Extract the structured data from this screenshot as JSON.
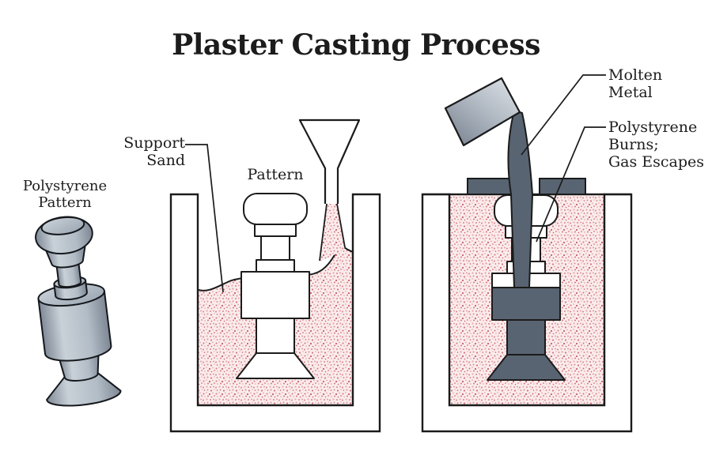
{
  "title": "Plaster Casting Process",
  "stages": {
    "pattern_3d": {
      "label": "Polystyrene\nPattern"
    },
    "mold_packing": {
      "support_sand_label": "Support\nSand",
      "pattern_label": "Pattern"
    },
    "pouring": {
      "molten_metal_label": "Molten\nMetal",
      "burnout_label": "Polystyrene\nBurns;\nGas Escapes"
    }
  },
  "colors": {
    "background": "#ffffff",
    "outline": "#1b1b1b",
    "support_sand_base": "#fbecec",
    "support_sand_speckle": "#c65f69",
    "molten_metal": "#596472",
    "polystyrene_gray": "#b3bdc8",
    "crucible_light": "#d9dee3"
  }
}
